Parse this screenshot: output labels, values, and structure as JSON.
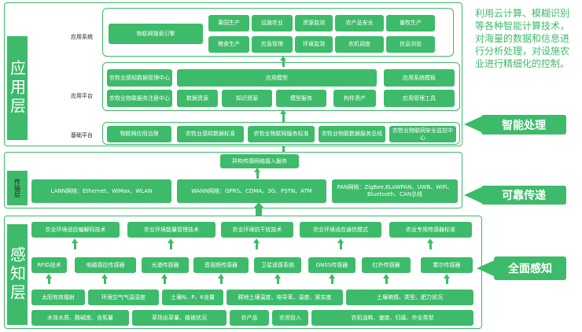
{
  "layers": {
    "application": "应用层",
    "transport": "传输层",
    "perception": "感知层"
  },
  "app": {
    "system_label": "应用系统",
    "platform_label": "应用平台",
    "base_label": "基础平台",
    "search_engine": "物联网搜索引擎",
    "systems": [
      "果园生产",
      "设施农业",
      "资源监测",
      "农产品安全",
      "畜牧生产",
      "粮食生产",
      "应急管理",
      "环境监测",
      "农机调度",
      "信息浏览"
    ],
    "platform": {
      "mgmt_center": "农牧业感知数据管理中心",
      "app_model": "应用模型",
      "template": "应用系统模板",
      "register": "农牧业物联服务注册中心",
      "data_res": "数据资源",
      "knowledge": "知识资源",
      "model_service": "模型服务",
      "component": "构件资产",
      "tools": "应用管理工具"
    },
    "base": [
      "物联网应用治理",
      "农牧业感知数据标准",
      "农牧业物联网服务标准",
      "农牧业物联数据服务总线",
      "农牧业物联网安全监控中心"
    ]
  },
  "transport": {
    "access": "异构传感网络接入服务",
    "lan": "LANN网络：Ethernet、WiMax、WLAN",
    "wan": "WANN网络：GPRS、CDMA、3G、PSTN、ATM",
    "pan": "PAN网络：ZigBee,6LoWPAN、UWB、WiFi、Bluetooth、CAN总线"
  },
  "perception": {
    "top": [
      "农业环境适应编解码技术",
      "农业环境能量管理技术",
      "农业环境抗干扰技术",
      "农业环境适应通信模式",
      "农业专用传感器标准"
    ],
    "sensors": [
      "RFID技术",
      "电磁感应传感器",
      "光谱传感器",
      "音视频传感器",
      "卫星遥感系统",
      "GNSS传感器",
      "红外传感器",
      "霍尔传感器"
    ],
    "row3": [
      "太阳有效辐射",
      "环境空气气温湿度",
      "土壤N、P、K含量",
      "耕地土壤温度、电导率、温度、紧实度",
      "土壤墒情、类型、肥力状况"
    ],
    "row4": [
      "水体水质、酸碱度、含氧量",
      "草场出草量、植被状况",
      "农产品",
      "农资投入",
      "农机油耗、速度、归属、作业类型"
    ]
  },
  "callouts": {
    "smart": "智能处理",
    "reliable": "可靠传递",
    "full": "全面感知"
  },
  "desc": "利用云计算、模糊识别等各种智能计算技术，对海量的数据和信息进行分析处理，对设施农业进行精细化的控制。",
  "colors": {
    "accent": "#3dbb6a"
  }
}
